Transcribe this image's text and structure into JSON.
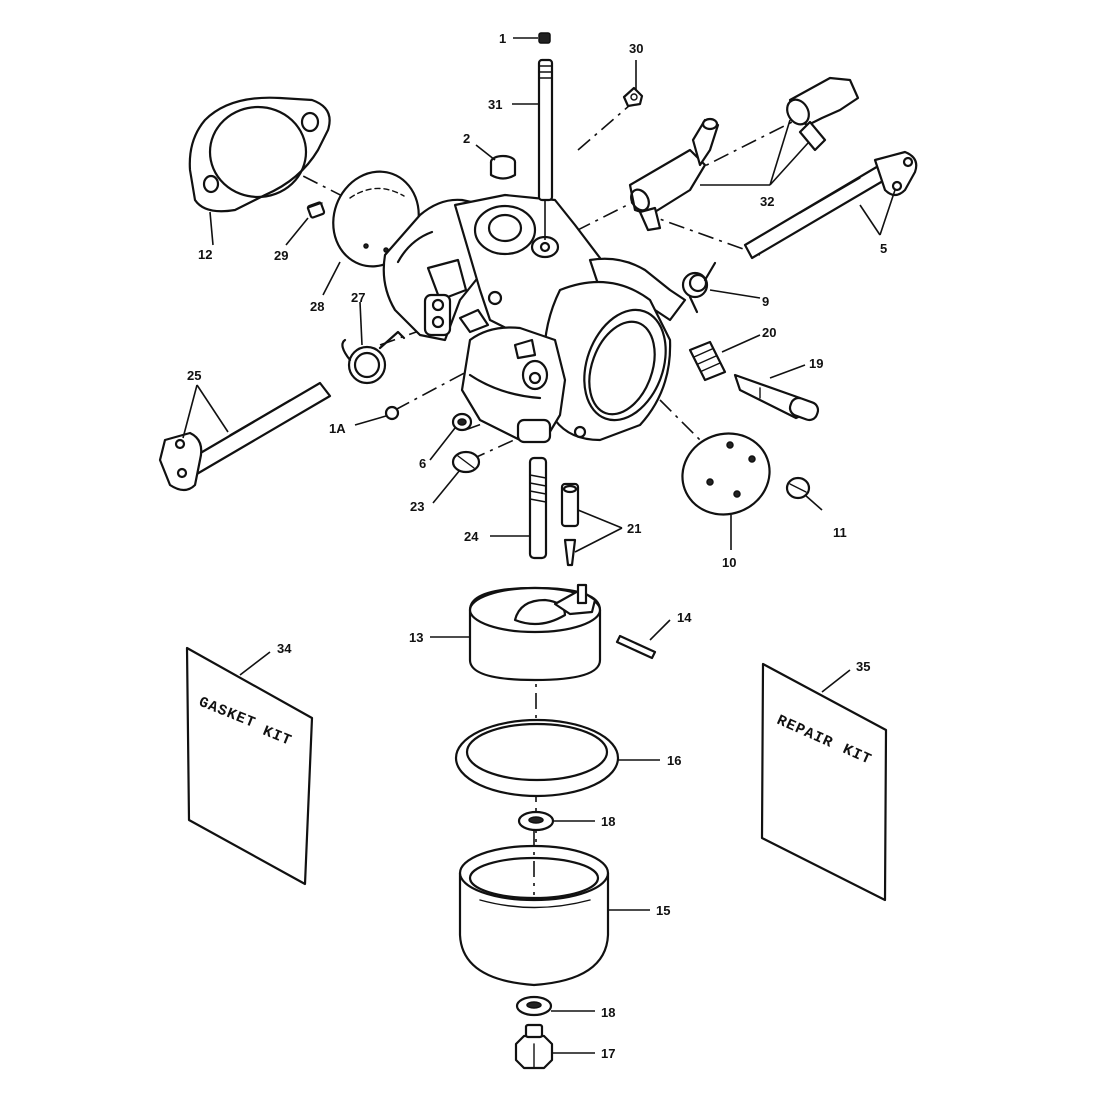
{
  "callouts": {
    "c1": "1",
    "c1a": "1A",
    "c2": "2",
    "c5": "5",
    "c6": "6",
    "c9": "9",
    "c10": "10",
    "c11": "11",
    "c12": "12",
    "c13": "13",
    "c14": "14",
    "c15": "15",
    "c16": "16",
    "c17": "17",
    "c18a": "18",
    "c18b": "18",
    "c19": "19",
    "c20": "20",
    "c21": "21",
    "c23": "23",
    "c24": "24",
    "c25": "25",
    "c27": "27",
    "c28": "28",
    "c29": "29",
    "c30": "30",
    "c31": "31",
    "c32": "32",
    "c34": "34",
    "c35": "35"
  },
  "kits": {
    "gasket": {
      "line1": "GASKET",
      "line2": "KIT"
    },
    "repair": {
      "line1": "REPAIR",
      "line2": "KIT"
    }
  }
}
